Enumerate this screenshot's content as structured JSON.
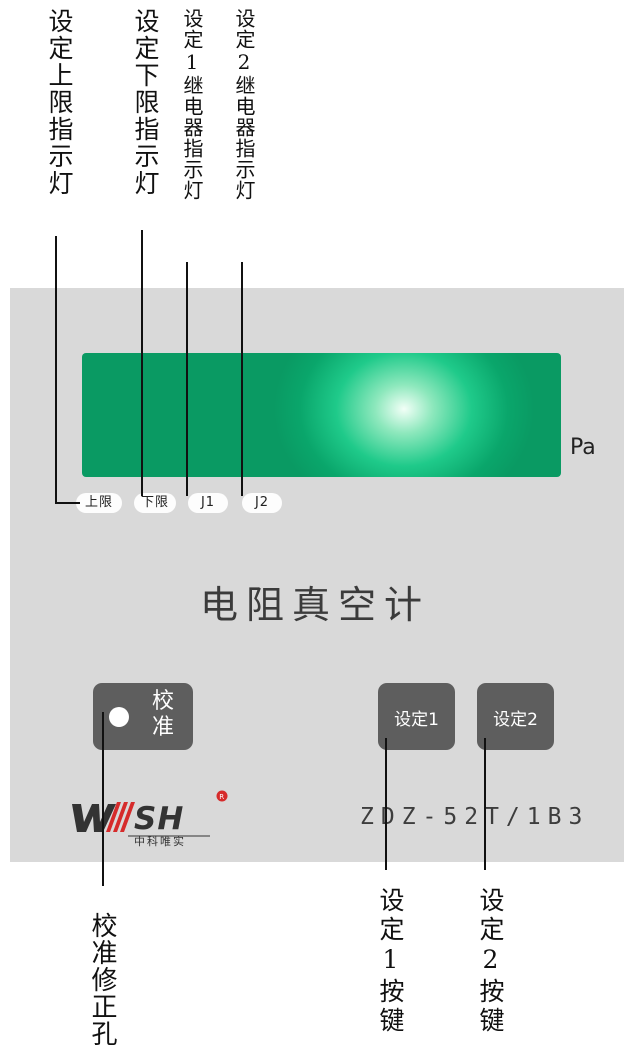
{
  "top_callouts": [
    {
      "text": "设定上限指示灯"
    },
    {
      "text": "设定下限指示灯"
    },
    {
      "text": "设定1继电器指示灯"
    },
    {
      "text": "设定2继电器指示灯"
    }
  ],
  "display": {
    "unit": "Pa"
  },
  "indicators": [
    {
      "label": "上限"
    },
    {
      "label": "下限"
    },
    {
      "label": "J1"
    },
    {
      "label": "J2"
    }
  ],
  "device_title": "电阻真空计",
  "buttons": {
    "calibrate": "校准",
    "set1": "设定1",
    "set2": "设定2"
  },
  "logo": {
    "brand": "WSH",
    "sub": "中科唯实"
  },
  "model": "ZDZ-52T/1B3",
  "bottom_callouts": [
    {
      "text": "校准修正孔"
    },
    {
      "text": "设定1按键"
    },
    {
      "text": "设定2按键"
    }
  ]
}
